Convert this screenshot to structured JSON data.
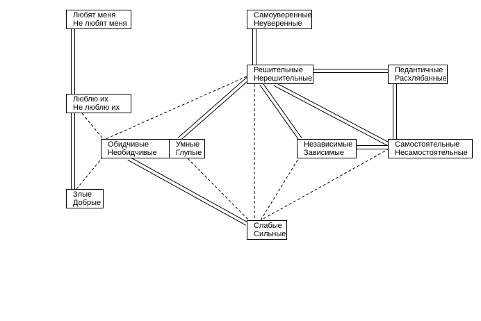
{
  "nodes": [
    {
      "id": "love_me",
      "line1": "Любят меня",
      "line2": "Не любят меня"
    },
    {
      "id": "i_love",
      "line1": "Люблю их",
      "line2": "Не люблю их"
    },
    {
      "id": "evil",
      "line1": "Злые",
      "line2": "Добрые"
    },
    {
      "id": "touchy",
      "line1": "Обидчивые",
      "line2": "Необидчивые"
    },
    {
      "id": "smart",
      "line1": "Умные",
      "line2": "Глупые"
    },
    {
      "id": "confident",
      "line1": "Самоуверенные",
      "line2": "Неуверенные"
    },
    {
      "id": "decisive",
      "line1": "Решительные",
      "line2": "Нерешительные"
    },
    {
      "id": "pedantic",
      "line1": "Педантичные",
      "line2": "Расхлябанные"
    },
    {
      "id": "independent",
      "line1": "Независимые",
      "line2": "Зависимые"
    },
    {
      "id": "selfreliant",
      "line1": "Самостоятельные",
      "line2": "Несамостоятельные"
    },
    {
      "id": "weak",
      "line1": "Слабые",
      "line2": "Сильные"
    }
  ],
  "edges": [
    {
      "from": "love_me",
      "to": "i_love",
      "style": "double"
    },
    {
      "from": "i_love",
      "to": "evil",
      "style": "double"
    },
    {
      "from": "i_love",
      "to": "touchy",
      "style": "dashed"
    },
    {
      "from": "evil",
      "to": "touchy",
      "style": "dashed"
    },
    {
      "from": "confident",
      "to": "decisive",
      "style": "double"
    },
    {
      "from": "decisive",
      "to": "pedantic",
      "style": "double"
    },
    {
      "from": "pedantic",
      "to": "selfreliant",
      "style": "double"
    },
    {
      "from": "decisive",
      "to": "touchy",
      "style": "dashed"
    },
    {
      "from": "decisive",
      "to": "smart",
      "style": "double"
    },
    {
      "from": "decisive",
      "to": "independent",
      "style": "double"
    },
    {
      "from": "decisive",
      "to": "selfreliant",
      "style": "double"
    },
    {
      "from": "decisive",
      "to": "weak",
      "style": "dashed"
    },
    {
      "from": "independent",
      "to": "selfreliant",
      "style": "double"
    },
    {
      "from": "touchy",
      "to": "weak",
      "style": "double"
    },
    {
      "from": "smart",
      "to": "weak",
      "style": "dashed"
    },
    {
      "from": "independent",
      "to": "weak",
      "style": "dashed"
    },
    {
      "from": "selfreliant",
      "to": "weak",
      "style": "dashed"
    }
  ]
}
